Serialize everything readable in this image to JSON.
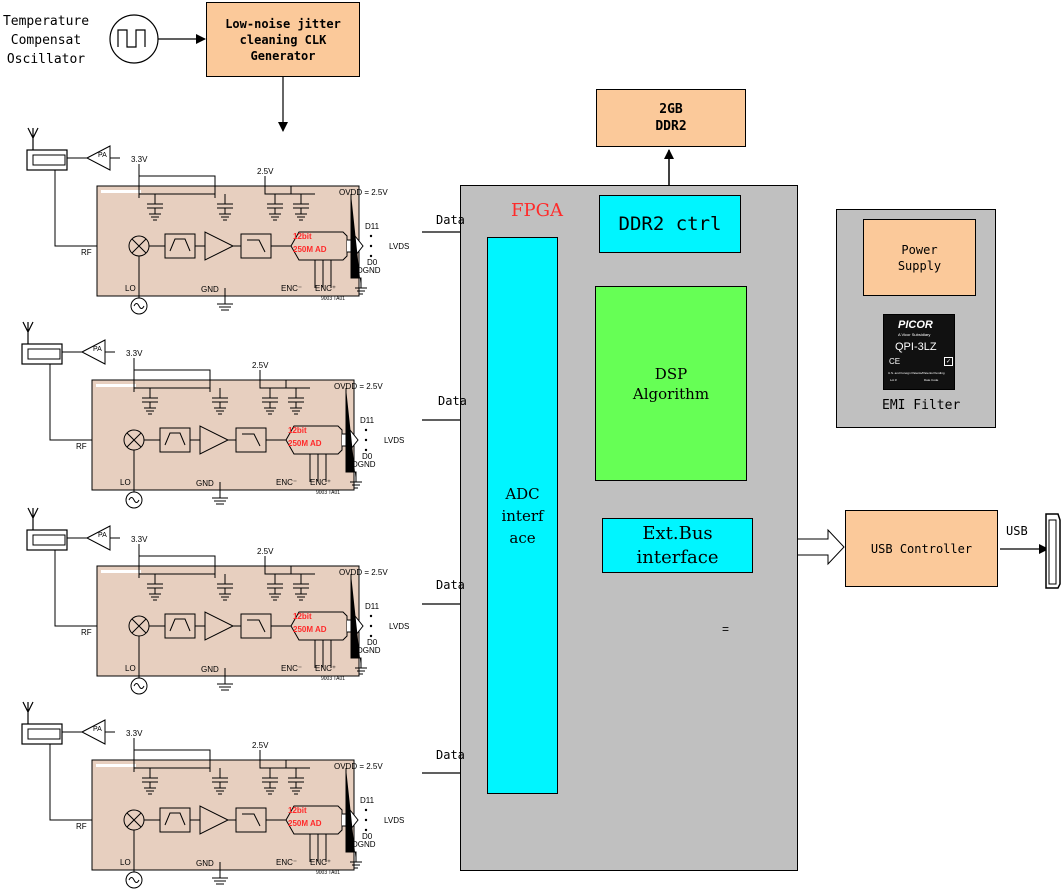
{
  "oscillator_label": "Temperature\nCompensat\nOscillator",
  "clk_gen_label": "Low-noise jitter\ncleaning CLK\nGenerator",
  "ddr_label": "2GB\nDDR2",
  "fpga_label": "FPGA",
  "ddr_ctrl_label": "DDR2 ctrl",
  "dsp_label": "DSP\nAlgorithm",
  "adc_interface_label": "ADC\ninterf\nace",
  "ext_bus_label": "Ext.Bus\ninterface",
  "usb_controller_label": "USB Controller",
  "usb_label": "USB",
  "stray_mark": "=",
  "emi": {
    "power_supply_label": "Power\nSupply",
    "filter_label": "EMI Filter",
    "module_brand": "PICOR",
    "module_sub": "A Vicor Subsidiary",
    "module_part": "QPI-3LZ",
    "module_mark": "CE",
    "module_fine_1": "U.S. and Foreign Patents/Patents Pending",
    "module_fine_2": "Lot #",
    "module_fine_3": "Date Code"
  },
  "data_label": "Data",
  "receiver": {
    "pa": "PA",
    "v33": "3.3V",
    "v25": "2.5V",
    "ovdd": "OVDD = 2.5V",
    "rf": "RF",
    "lo": "LO",
    "gnd": "GND",
    "enc_minus": "ENC⁻",
    "enc_plus": "ENC⁺",
    "adc_bits": "12bit",
    "adc_rate": "250M AD",
    "d11": "D11",
    "d0": "D0",
    "lvds": "LVDS",
    "dgnd": "DGND",
    "fig_id": "9003 TA01"
  }
}
